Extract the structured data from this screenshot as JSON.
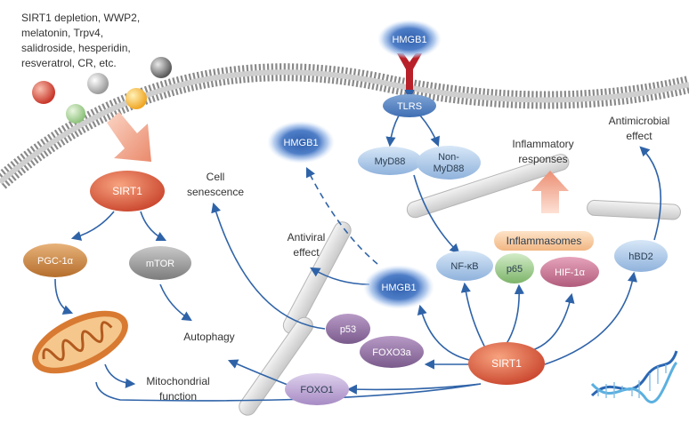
{
  "agents_text": [
    "SIRT1 depletion, WWP2,",
    "melatonin, Trpv4,",
    "salidroside, hesperidin,",
    "resveratrol, CR, etc."
  ],
  "nodes": {
    "hmgb1_top": "HMGB1",
    "tlrs": "TLRS",
    "myd88": "MyD88",
    "non_myd88": [
      "Non-",
      "MyD88"
    ],
    "hmgb1_left": "HMGB1",
    "hmgb1_center": "HMGB1",
    "sirt1_top": "SIRT1",
    "sirt1_bottom": "SIRT1",
    "pgc1a": "PGC-1α",
    "mtor": "mTOR",
    "nfkb": "NF-κB",
    "p65": "p65",
    "hif1a": "HIF-1α",
    "hbd2": "hBD2",
    "inflammasomes": "Inflammasomes",
    "p53": "p53",
    "foxo3a": "FOXO3a",
    "foxo1": "FOXO1"
  },
  "labels": {
    "cell_senescence": [
      "Cell",
      "senescence"
    ],
    "antiviral_effect": [
      "Antiviral",
      "effect"
    ],
    "autophagy": "Autophagy",
    "mitochondrial_function": [
      "Mitochondrial",
      "function"
    ],
    "inflammatory_responses": [
      "Inflammatory",
      "responses"
    ],
    "antimicrobial_effect": [
      "Antimicrobial",
      "effect"
    ]
  },
  "colors": {
    "sirt1": "#d9533a",
    "hmgb1": "#3a66b0",
    "blue_light": "#a9c7e8",
    "arrow": "#2f63a8",
    "membrane": "#7a7a7a",
    "pgc1a": "#c4823f",
    "mtor": "#8e8e8e",
    "hif1a": "#c4708d",
    "p65": "#8fc27d",
    "inflammasomes": "#f5c79a",
    "purple": "#8c6f9b",
    "foxo1": "#b9a3cf",
    "receptor": "#b8202a"
  }
}
